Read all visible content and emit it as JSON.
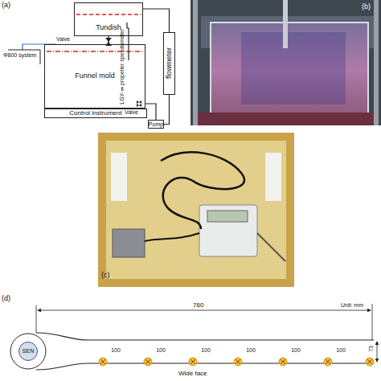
{
  "diagram": {
    "nodes": [
      {
        "text": [
          "Tundish"
        ]
      },
      {
        "text": [
          "flowmeter"
        ]
      },
      {
        "text": [
          "Funnel mold"
        ]
      },
      {
        "text": [
          "Control instrument"
        ]
      },
      {
        "text": [
          "Pump"
        ]
      },
      {
        "text": [
          "SEN"
        ]
      }
    ],
    "edges": [
      {
        "from": 0,
        "to": 2,
        "arrow": "none"
      },
      {
        "from": 2,
        "to": 4,
        "arrow": "none"
      },
      {
        "from": 4,
        "to": 1,
        "arrow": "none"
      },
      {
        "from": 1,
        "to": 0,
        "arrow": "none"
      }
    ],
    "labels": [
      "(a)",
      "(b)",
      "(c)",
      "(d)",
      "Φ800 system",
      "Valve",
      "LGY-Ⅱpropeller speedometer",
      "Valve",
      "760",
      "Unit: mm",
      "73",
      "100",
      "100",
      "100",
      "100",
      "100",
      "100",
      "Wide face"
    ]
  }
}
